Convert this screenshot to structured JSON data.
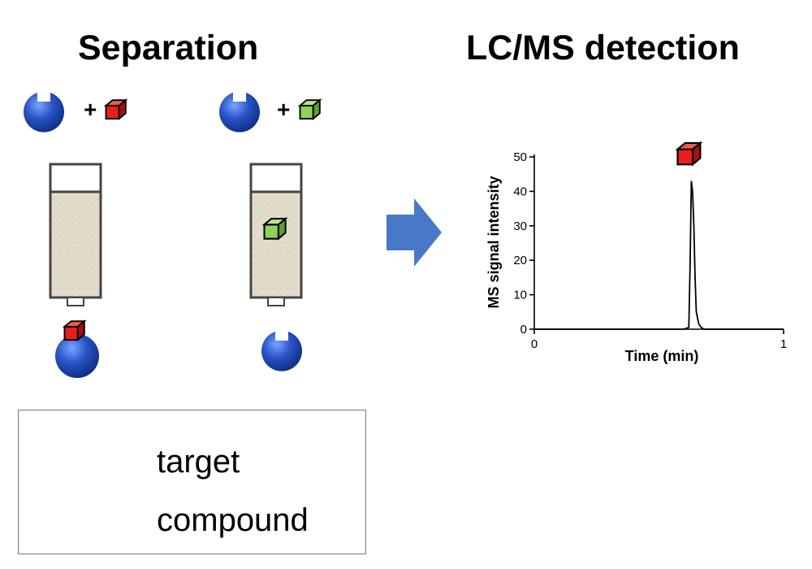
{
  "headings": {
    "separation": "Separation",
    "detection": "LC/MS detection"
  },
  "plus_sign": "+",
  "legend": {
    "target_label": "target",
    "compound_label": "compound"
  },
  "colors": {
    "target": "#2a54c8",
    "compound_red": "#e8201c",
    "compound_green": "#8ed35b",
    "arrow": "#4a78c8",
    "column_fill": "#e3dbcc",
    "column_border": "#444444"
  },
  "chart_data": {
    "type": "line",
    "title": "",
    "xlabel": "Time (min)",
    "ylabel": "MS signal intensity",
    "xlim": [
      0,
      1
    ],
    "ylim": [
      0,
      50
    ],
    "x_ticks": [
      "0",
      "1"
    ],
    "y_ticks": [
      "0",
      "10",
      "20",
      "30",
      "40",
      "50"
    ],
    "series": [
      {
        "x": [
          0.0,
          0.6,
          0.62,
          0.625,
          0.63,
          0.635,
          0.64,
          0.645,
          0.65,
          0.66,
          0.67,
          0.68,
          1.0
        ],
        "y": [
          0,
          0,
          0.5,
          19,
          43,
          40,
          30,
          15,
          5,
          1.5,
          0.5,
          0,
          0
        ]
      }
    ],
    "peak_marker": "red compound cube"
  }
}
